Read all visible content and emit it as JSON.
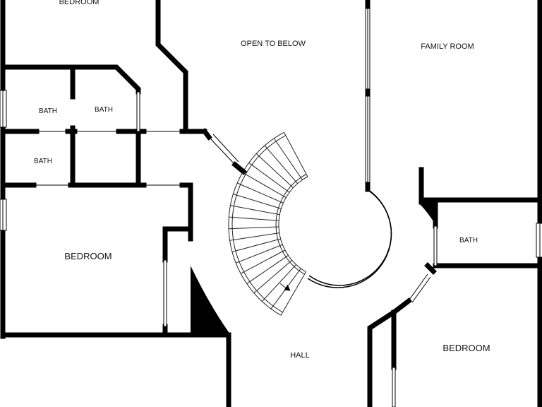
{
  "rooms": {
    "bedroom_top": "BEDROOM",
    "open_to_below": "OPEN TO BELOW",
    "family_room": "FAMILY ROOM",
    "bath_left_1": "BATH",
    "bath_left_2": "BATH",
    "bath_left_3": "BATH",
    "bath_right": "BATH",
    "bedroom_left": "BEDROOM",
    "bedroom_right": "BEDROOM",
    "hall": "HALL"
  },
  "colors": {
    "wall": "#000000",
    "background": "#ffffff",
    "stair_line": "#222222"
  }
}
